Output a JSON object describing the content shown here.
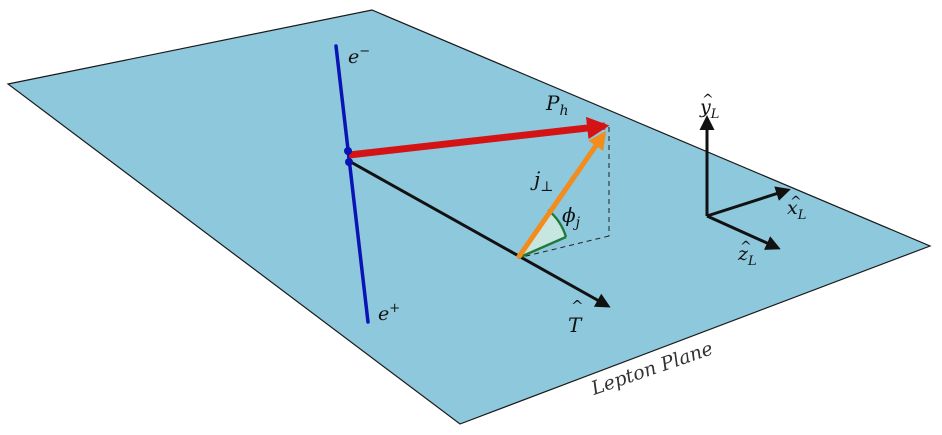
{
  "colors": {
    "plane_fill": "#8ec8dc",
    "plane_edge": "#1a1a1a",
    "beam": "#0a14b4",
    "hadron": "#d41414",
    "jet": "#f28c1c",
    "thrust": "#111111",
    "angle_fill": "#c8e6e0",
    "angle_edge": "#1f7a3a",
    "axes": "#111111"
  },
  "plane_label": "Lepton Plane",
  "beam": {
    "top_label": "e",
    "top_charge": "−",
    "bottom_label": "e",
    "bottom_charge": "+"
  },
  "vectors": {
    "hadron_label": "P",
    "hadron_sub": "h",
    "jet_label": "j",
    "jet_sub": "⊥",
    "thrust_label": "T",
    "thrust_hat": "^",
    "angle_label": "ϕ",
    "angle_sub": "j"
  },
  "axes": {
    "y": {
      "label": "y",
      "hat": "^",
      "sub": "L"
    },
    "x": {
      "label": "x",
      "hat": "^",
      "sub": "L"
    },
    "z": {
      "label": "z",
      "hat": "^",
      "sub": "L"
    }
  }
}
